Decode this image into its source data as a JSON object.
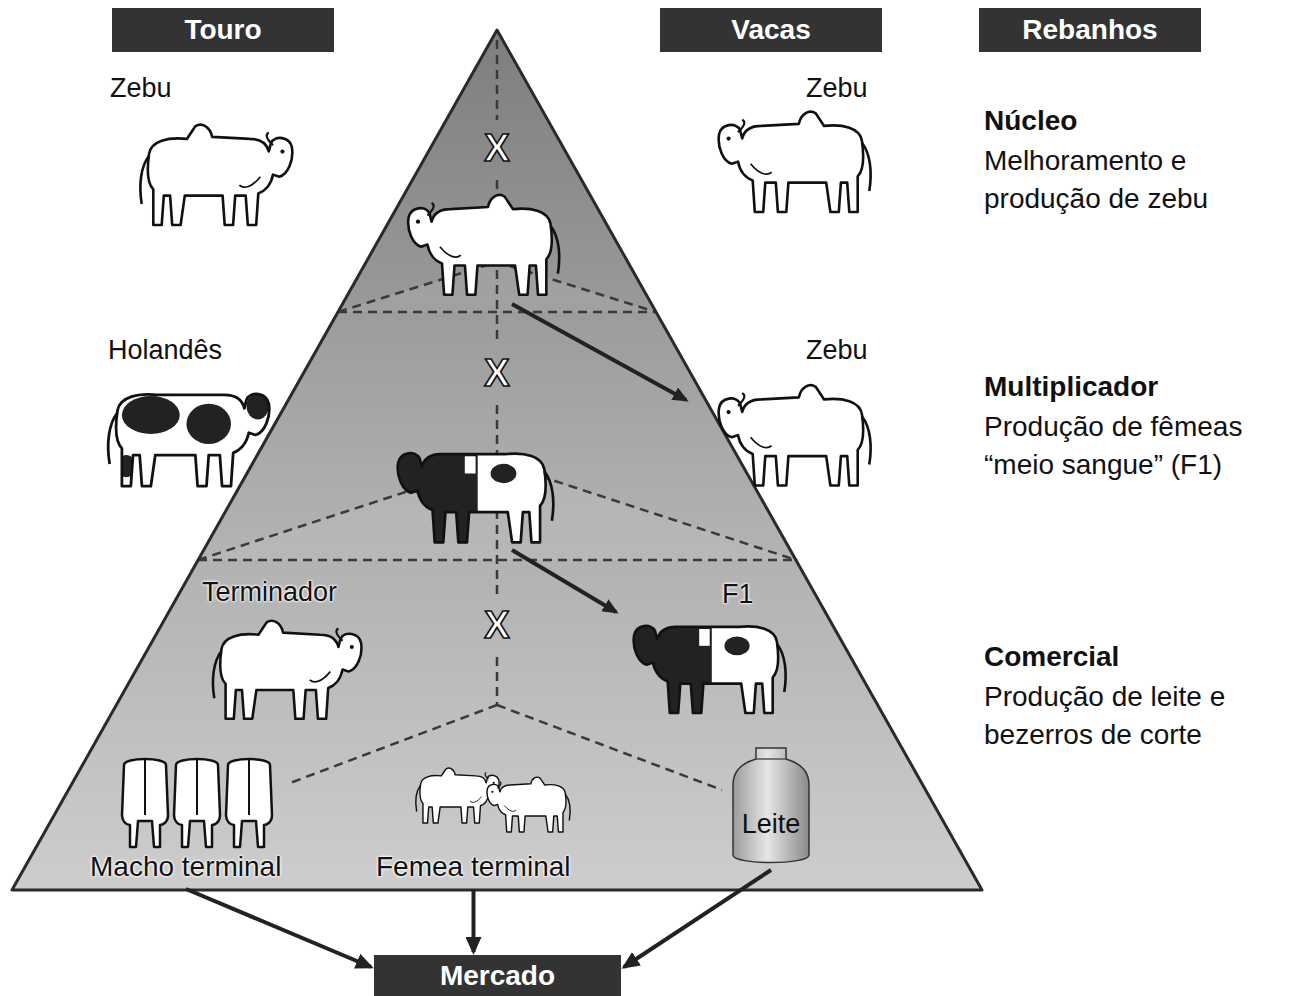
{
  "diagram": {
    "nodes": [
      {
        "text": [
          "Touro"
        ]
      },
      {
        "text": [
          "Vacas"
        ]
      },
      {
        "text": [
          "Rebanhos"
        ]
      },
      {
        "text": [
          "Macho terminal"
        ]
      },
      {
        "text": [
          "Femea terminal"
        ]
      },
      {
        "text": [
          "Leite"
        ]
      },
      {
        "text": [
          "Mercado"
        ]
      }
    ],
    "edges": [
      {
        "from": 3,
        "to": 6,
        "arrow": "to"
      },
      {
        "from": 4,
        "to": 6,
        "arrow": "to"
      },
      {
        "from": 5,
        "to": 6,
        "arrow": "to"
      }
    ],
    "labels": [
      "Zebu",
      "Zebu",
      "Núcleo",
      "Melhoramento e produção de zebu",
      "X",
      "Holandês",
      "Zebu",
      "Multiplicador",
      "Produção de fêmeas “meio sangue” (F1)",
      "X",
      "Terminador",
      "F1",
      "Comercial",
      "Produção de leite e bezerros de corte",
      "X"
    ]
  }
}
